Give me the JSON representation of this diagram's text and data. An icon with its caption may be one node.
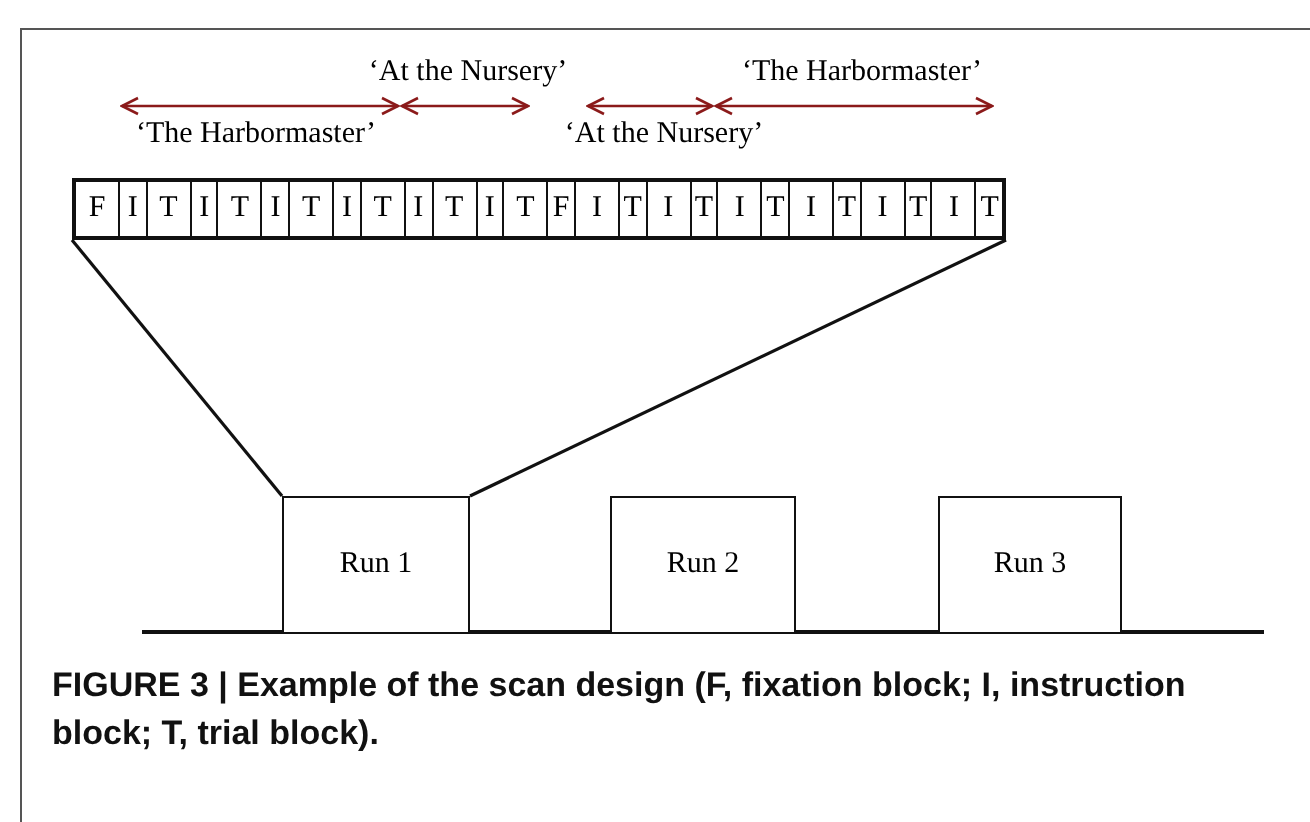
{
  "diagram": {
    "caption": "FIGURE 3 | Example of the scan design (F, fixation block; I, instruction block; T, trial block).",
    "nodes": [
      {
        "text": [],
        "shape": "bar"
      },
      {
        "text": [
          "F"
        ],
        "in": 0
      },
      {
        "text": [
          "I"
        ],
        "in": 0
      },
      {
        "text": [
          "T"
        ],
        "in": 0
      },
      {
        "text": [
          "I"
        ],
        "in": 0
      },
      {
        "text": [
          "T"
        ],
        "in": 0
      },
      {
        "text": [
          "I"
        ],
        "in": 0
      },
      {
        "text": [
          "T"
        ],
        "in": 0
      },
      {
        "text": [
          "I"
        ],
        "in": 0
      },
      {
        "text": [
          "T"
        ],
        "in": 0
      },
      {
        "text": [
          "I"
        ],
        "in": 0
      },
      {
        "text": [
          "T"
        ],
        "in": 0
      },
      {
        "text": [
          "I"
        ],
        "in": 0
      },
      {
        "text": [
          "T"
        ],
        "in": 0
      },
      {
        "text": [
          "F"
        ],
        "in": 0
      },
      {
        "text": [
          "I"
        ],
        "in": 0
      },
      {
        "text": [
          "T"
        ],
        "in": 0
      },
      {
        "text": [
          "I"
        ],
        "in": 0
      },
      {
        "text": [
          "T"
        ],
        "in": 0
      },
      {
        "text": [
          "I"
        ],
        "in": 0
      },
      {
        "text": [
          "T"
        ],
        "in": 0
      },
      {
        "text": [
          "I"
        ],
        "in": 0
      },
      {
        "text": [
          "T"
        ],
        "in": 0
      },
      {
        "text": [
          "I"
        ],
        "in": 0
      },
      {
        "text": [
          "T"
        ],
        "in": 0
      },
      {
        "text": [
          "I"
        ],
        "in": 0
      },
      {
        "text": [
          "T"
        ],
        "in": 0
      },
      {
        "text": [
          "Run 1"
        ]
      },
      {
        "text": [
          "Run 2"
        ]
      },
      {
        "text": [
          "Run 3"
        ]
      }
    ],
    "edges": [
      {
        "from": 0,
        "to": 27,
        "arrow": "none"
      },
      {
        "from": 0,
        "to": 27,
        "arrow": "none"
      }
    ],
    "labels": [
      "‘At the Nursery’",
      "‘The Harbormaster’",
      "‘The Harbormaster’",
      "‘At the Nursery’"
    ]
  }
}
